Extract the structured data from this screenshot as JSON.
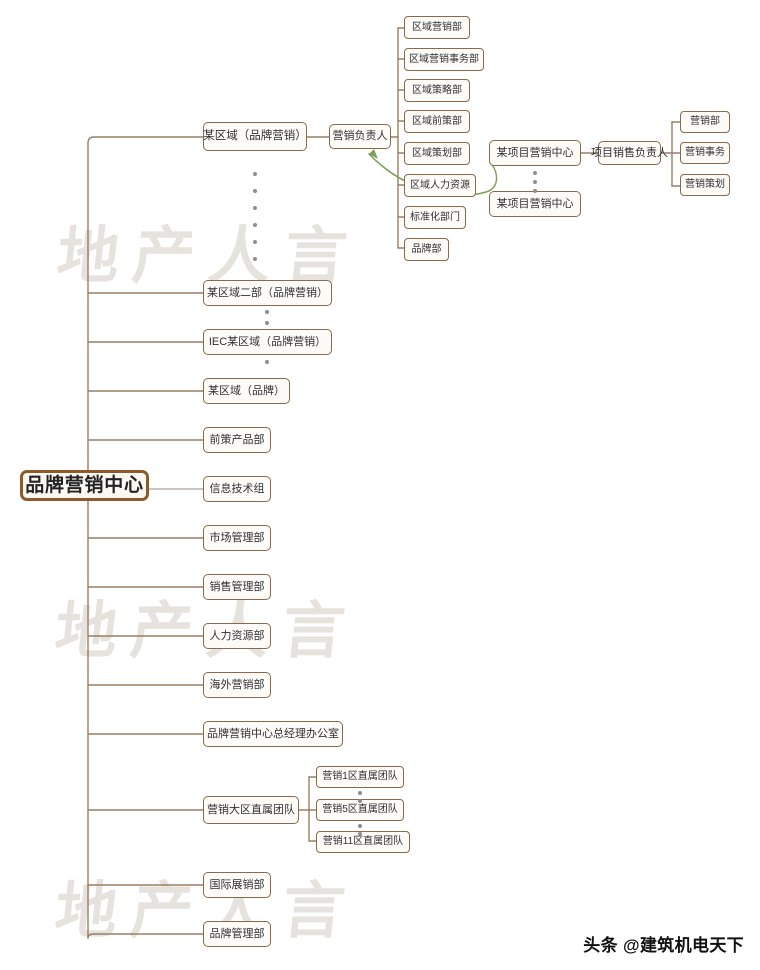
{
  "meta": {
    "title": "品牌营销中心组织架构图",
    "credit": "头条 @建筑机电天下",
    "watermark": "地产人言",
    "colors": {
      "background": "#ffffff",
      "node_fill": "#fdfbf7",
      "node_border": "#8a6a4a",
      "root_border": "#8d5a2b",
      "wire": "#9a7f62",
      "wire_gray": "#b9b2a8",
      "arrow_green": "#7fa05a",
      "dot": "#8e8e8e",
      "watermark": "#ded9d2",
      "text": "#2f2f33"
    }
  },
  "root": {
    "label": "品牌营销中心"
  },
  "branches": [
    {
      "label": "某区域（品牌营销）"
    },
    {
      "label": "某区域二部（品牌营销）"
    },
    {
      "label": "IEC某区域（品牌营销）"
    },
    {
      "label": "某区域（品牌）"
    },
    {
      "label": "前策产品部"
    },
    {
      "label": "信息技术组"
    },
    {
      "label": "市场管理部"
    },
    {
      "label": "销售管理部"
    },
    {
      "label": "人力资源部"
    },
    {
      "label": "海外营销部"
    },
    {
      "label": "品牌营销中心总经理办公室"
    },
    {
      "label": "营销大区直属团队"
    },
    {
      "label": "国际展销部"
    },
    {
      "label": "品牌管理部"
    }
  ],
  "marketing_lead": {
    "label": "营销负责人",
    "departments": [
      {
        "label": "区域营销部"
      },
      {
        "label": "区域营销事务部"
      },
      {
        "label": "区域策略部"
      },
      {
        "label": "区域前策部"
      },
      {
        "label": "区域策划部"
      },
      {
        "label": "区域人力资源"
      },
      {
        "label": "标准化部门"
      },
      {
        "label": "品牌部"
      }
    ]
  },
  "project_centers": [
    {
      "label": "某项目营销中心"
    },
    {
      "label": "某项目营销中心"
    }
  ],
  "project_sales_lead": {
    "label": "项目销售负责人",
    "departments": [
      {
        "label": "营销部"
      },
      {
        "label": "营销事务"
      },
      {
        "label": "营销策划"
      }
    ]
  },
  "regional_teams": [
    {
      "label": "营销1区直属团队"
    },
    {
      "label": "营销5区直属团队"
    },
    {
      "label": "营销11区直属团队"
    }
  ]
}
